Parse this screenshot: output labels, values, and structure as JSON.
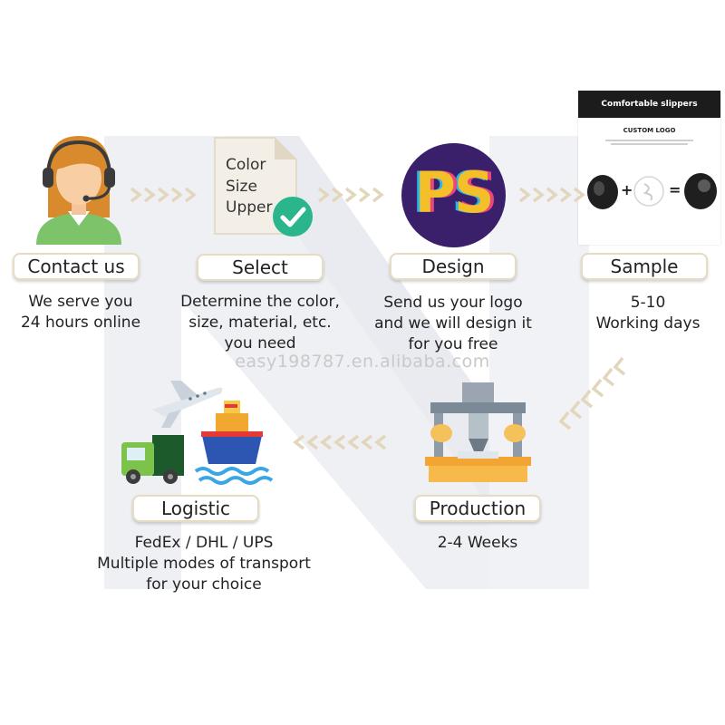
{
  "steps": [
    {
      "id": "contact",
      "title": "Contact us",
      "desc": [
        "We serve you",
        "24 hours online"
      ]
    },
    {
      "id": "select",
      "title": "Select",
      "desc": [
        "Determine the color,",
        "size, material, etc.",
        "you need"
      ]
    },
    {
      "id": "design",
      "title": "Design",
      "desc": [
        "Send us your logo",
        "and we will design it",
        "for you free"
      ]
    },
    {
      "id": "sample",
      "title": "Sample",
      "desc": [
        "5-10",
        "Working days"
      ]
    },
    {
      "id": "production",
      "title": "Production",
      "desc": [
        "2-4 Weeks"
      ]
    },
    {
      "id": "logistic",
      "title": "Logistic",
      "desc": [
        "FedEx / DHL / UPS",
        "Multiple modes of transport",
        "for your choice"
      ]
    }
  ],
  "doc_words": [
    "Color",
    "Size",
    "Upper"
  ],
  "ps_text": "PS",
  "sample_card": {
    "header": "Comfortable slippers",
    "subtitle": "CUSTOM LOGO",
    "plus": "+",
    "equals": "="
  },
  "watermark": "easy198787.en.alibaba.com",
  "colors": {
    "label_border": "#e6dcc4",
    "chevron": "#e2d7bd",
    "check": "#2bb58c",
    "ps_bg": "#3a1f6b"
  },
  "icons": [
    "headset-agent-icon",
    "document-check-icon",
    "ps-logo-icon",
    "sample-card-icon",
    "factory-machine-icon",
    "truck-plane-ship-icon"
  ]
}
